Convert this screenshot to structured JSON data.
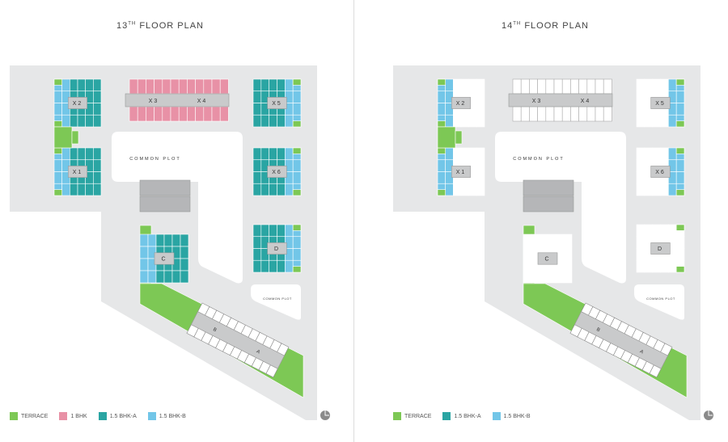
{
  "plans": [
    {
      "id": "floor-13",
      "title_number": "13",
      "title_suffix": "TH",
      "title_text": "FLOOR PLAN",
      "common_plot_main": "COMMON PLOT",
      "common_plot_small": "COMMON PLOT",
      "buildings": {
        "x1": "X1",
        "x2": "X2",
        "x3": "X3",
        "x4": "X4",
        "x5": "X5",
        "x6": "X6",
        "a": "A",
        "b": "B",
        "c": "C",
        "d": "D"
      },
      "legend": [
        {
          "label": "TERRACE",
          "color": "#7dc855"
        },
        {
          "label": "1 BHK",
          "color": "#e891a6"
        },
        {
          "label": "1.5 BHK-A",
          "color": "#2aa5a3"
        },
        {
          "label": "1.5 BHK-B",
          "color": "#72c6e8"
        }
      ]
    },
    {
      "id": "floor-14",
      "title_number": "14",
      "title_suffix": "TH",
      "title_text": "FLOOR PLAN",
      "common_plot_main": "COMMON PLOT",
      "common_plot_small": "COMMON PLOT",
      "buildings": {
        "x1": "X1",
        "x2": "X2",
        "x3": "X3",
        "x4": "X4",
        "x5": "X5",
        "x6": "X6",
        "a": "A",
        "b": "B",
        "c": "C",
        "d": "D"
      },
      "legend": [
        {
          "label": "TERRACE",
          "color": "#7dc855"
        },
        {
          "label": "1.5 BHK-A",
          "color": "#2aa5a3"
        },
        {
          "label": "1.5 BHK-B",
          "color": "#72c6e8"
        }
      ]
    }
  ],
  "colors": {
    "site": "#e6e7e8",
    "core": "#c9cacb",
    "parking": "#b5b6b8",
    "terrace": "#7dc855",
    "one_bhk": "#e891a6",
    "bhk_a": "#2aa5a3",
    "bhk_b": "#72c6e8",
    "white_unit": "#ffffff"
  }
}
